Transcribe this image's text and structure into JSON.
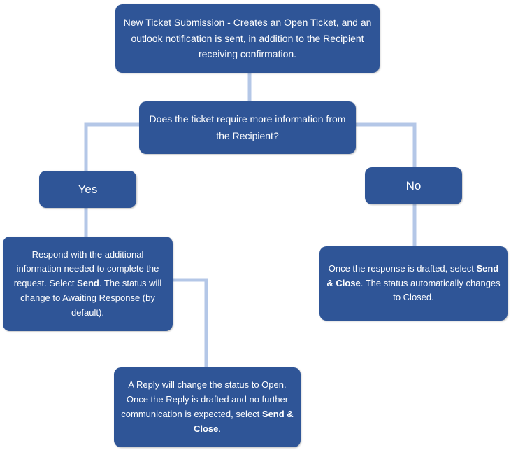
{
  "colors": {
    "node_fill": "#2f5597",
    "node_text": "#ffffff",
    "connector": "#b4c7e7"
  },
  "nodes": {
    "start": {
      "text": "New Ticket Submission - Creates an Open Ticket, and an outlook notification is sent, in addition to the Recipient receiving confirmation."
    },
    "question": {
      "text": "Does the ticket require more information from the Recipient?"
    },
    "yes": {
      "text": "Yes"
    },
    "no": {
      "text": "No"
    },
    "respond": {
      "part1": "Respond with the additional information needed to complete the request. Select ",
      "bold1": "Send",
      "part2": ". The status will change to Awaiting Response (by default)."
    },
    "closed": {
      "part1": "Once the response is drafted, select ",
      "bold1": "Send & Close",
      "part2": ". The status automatically changes to Closed."
    },
    "reply": {
      "part1": "A Reply will change the status to Open. Once the Reply is drafted and no further communication is expected, select ",
      "bold1": "Send & Close",
      "part2": "."
    }
  }
}
